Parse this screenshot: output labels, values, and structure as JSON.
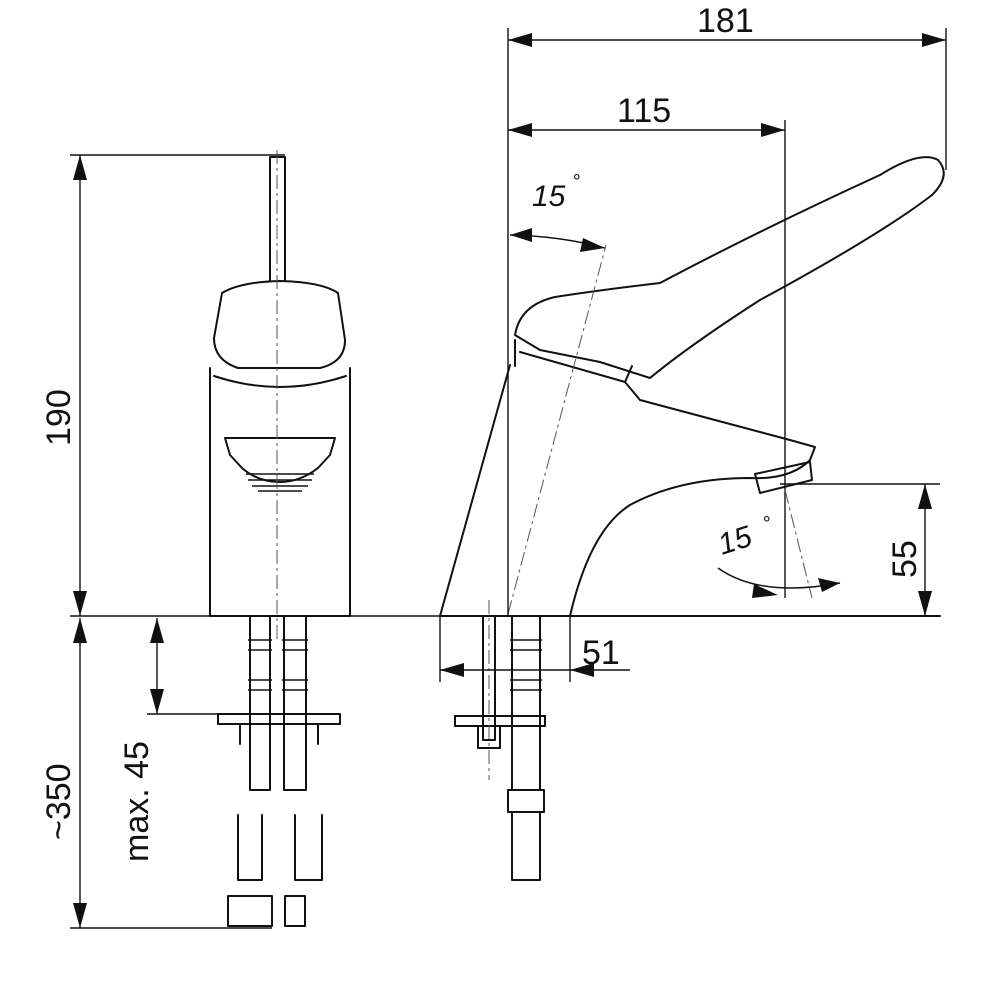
{
  "dimensions": {
    "overall_length": "181",
    "spout_length": "115",
    "height": "190",
    "spout_height": "55",
    "base_offset": "51",
    "hose_length": "~350",
    "max_deck": "max. 45"
  },
  "angles": {
    "lever_angle": "15",
    "spout_angle": "15",
    "degree_symbol": "°"
  }
}
